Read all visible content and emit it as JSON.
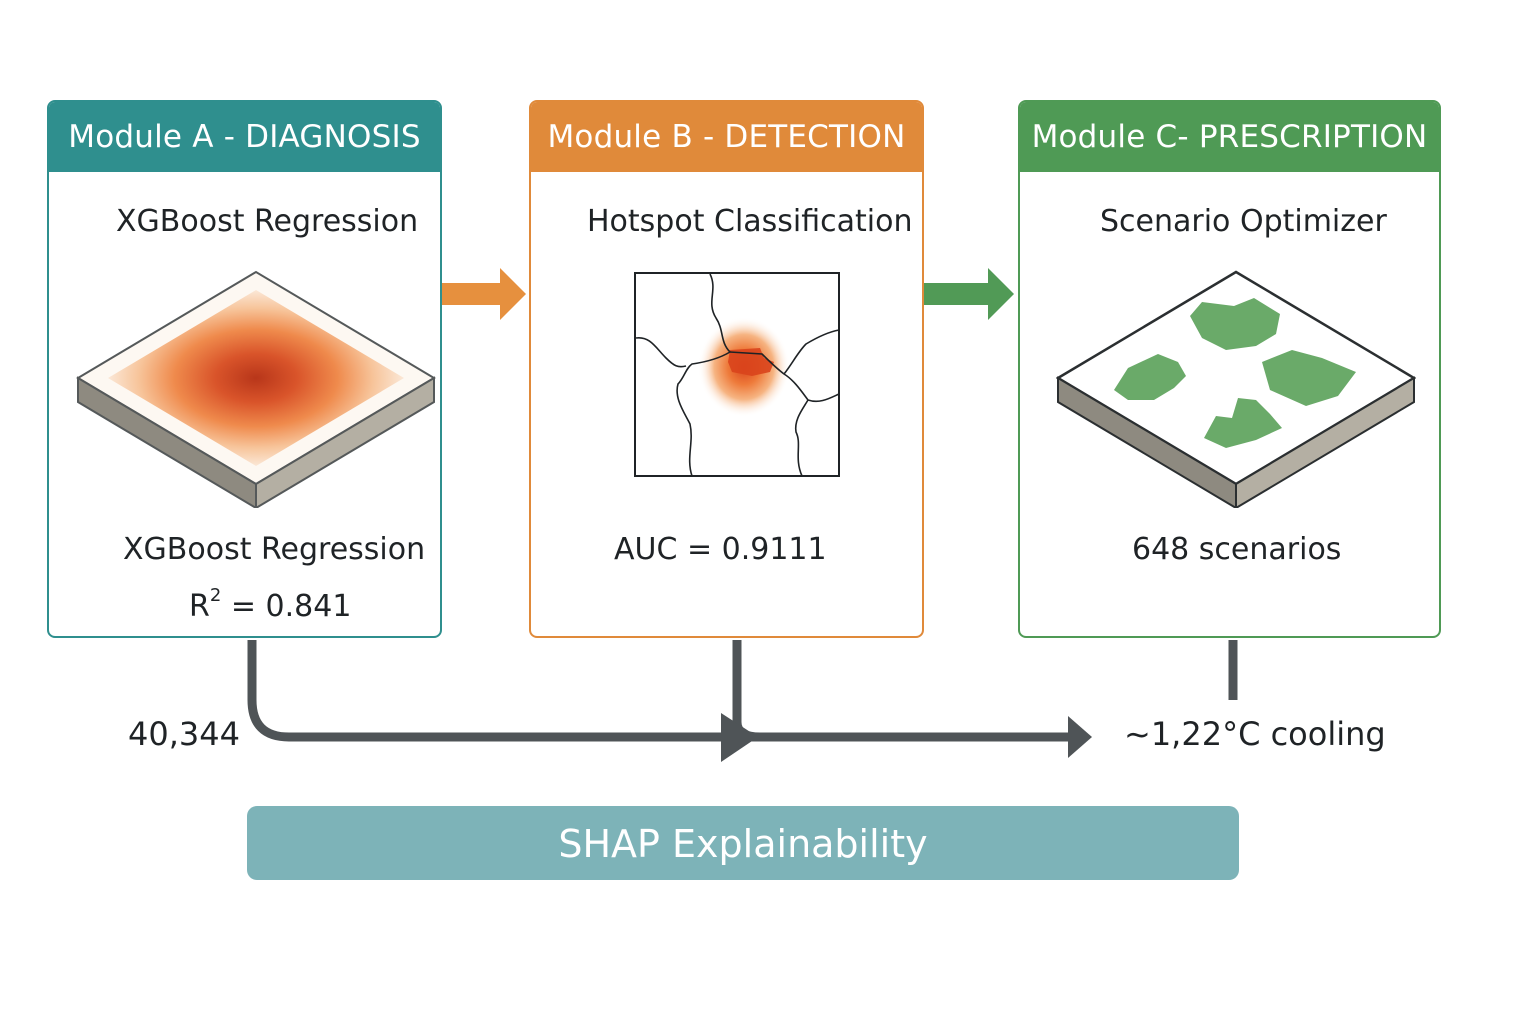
{
  "modules": [
    {
      "header": "Module A - DIAGNOSIS",
      "subtitle": "XGBoost Regression",
      "metric_line1": "XGBoost Regression",
      "metric_r2_prefix": "R",
      "metric_r2_sup": "2",
      "metric_r2_value": " = 0.841",
      "color": "#2f8f8e"
    },
    {
      "header": "Module B - DETECTION",
      "subtitle": "Hotspot Classification",
      "metric": "AUC = 0.9111",
      "color": "#e08a3a"
    },
    {
      "header": "Module C- PRESCRIPTION",
      "subtitle": "Scenario Optimizer",
      "metric": "648 scenarios",
      "color": "#4f9a55"
    }
  ],
  "flow": {
    "count_label": "40,344",
    "cooling_label": "~1,22°C cooling",
    "line_color": "#4f5457"
  },
  "shap_bar": {
    "label": "SHAP Explainability",
    "color": "#7db3b8"
  },
  "icons": [
    "arrow-right-icon",
    "heatmap-slab-icon",
    "hotspot-map-icon",
    "green-patches-slab-icon"
  ]
}
